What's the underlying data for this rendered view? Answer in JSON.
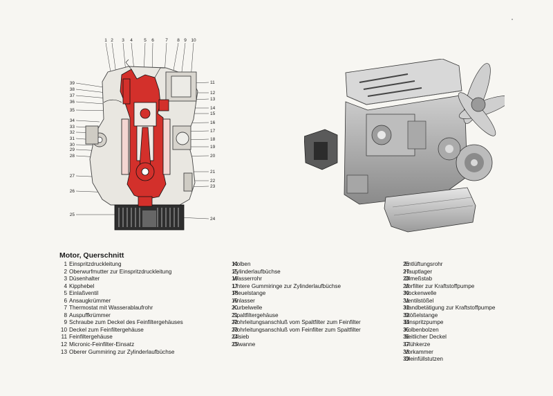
{
  "caption": {
    "title": "Motor, Querschnitt"
  },
  "callouts": {
    "top": [
      "1",
      "2",
      "3",
      "4",
      "5",
      "6",
      "7",
      "8",
      "9",
      "10"
    ],
    "left": [
      "39",
      "38",
      "37",
      "36",
      "35",
      "34",
      "33",
      "32",
      "31",
      "30",
      "29",
      "28",
      "27",
      "26",
      "25"
    ],
    "right": [
      "11",
      "12",
      "13",
      "14",
      "15",
      "16",
      "17",
      "18",
      "19",
      "20",
      "21",
      "22",
      "23",
      "24"
    ]
  },
  "legend": [
    [
      {
        "n": "1",
        "t": "Einspritzdruckleitung"
      },
      {
        "n": "2",
        "t": "Oberwurfmutter zur Einspritzdruckleitung"
      },
      {
        "n": "3",
        "t": "Düsenhalter"
      },
      {
        "n": "4",
        "t": "Kipphebel"
      },
      {
        "n": "5",
        "t": "Einlaßventil"
      },
      {
        "n": "6",
        "t": "Ansaugkrümmer"
      },
      {
        "n": "7",
        "t": "Thermostat mit Wasserablaufrohr"
      },
      {
        "n": "8",
        "t": "Auspuffkrümmer"
      },
      {
        "n": "9",
        "t": "Schraube zum Deckel des Feinfiltergehäuses"
      },
      {
        "n": "10",
        "t": "Deckel zum Feinfiltergehäuse"
      },
      {
        "n": "11",
        "t": "Feinfiltergehäuse"
      },
      {
        "n": "12",
        "t": "Micronic-Feinfilter-Einsatz"
      },
      {
        "n": "13",
        "t": "Oberer Gummiring zur Zylinderlaufbüchse"
      }
    ],
    [
      {
        "n": "14",
        "t": "Kolben"
      },
      {
        "n": "15",
        "t": "Zylinderlaufbüchse"
      },
      {
        "n": "16",
        "t": "Wasserrohr"
      },
      {
        "n": "17",
        "t": "Untere Gummiringe zur Zylinderlaufbüchse"
      },
      {
        "n": "18",
        "t": "Pleuelstange"
      },
      {
        "n": "19",
        "t": "Anlasser"
      },
      {
        "n": "20",
        "t": "Kurbelwelle"
      },
      {
        "n": "21",
        "t": "Spaltfiltergehäuse"
      },
      {
        "n": "22",
        "t": "Rohrleitungsanschluß vom Spaltfilter zum Feinfilter"
      },
      {
        "n": "23",
        "t": "Rohrleitungsanschluß vom Feinfilter zum Spaltfilter"
      },
      {
        "n": "24",
        "t": "Olsieb"
      },
      {
        "n": "25",
        "t": "Olwanne"
      }
    ],
    [
      {
        "n": "26",
        "t": "Entlüftungsrohr"
      },
      {
        "n": "27",
        "t": "Hauptlager"
      },
      {
        "n": "28",
        "t": "Olmeßstab"
      },
      {
        "n": "29",
        "t": "Vorfilter zur Kraftstoffpumpe"
      },
      {
        "n": "30",
        "t": "Nockenwelle"
      },
      {
        "n": "31",
        "t": "Ventilstößel"
      },
      {
        "n": "32",
        "t": "Handbetätigung zur Kraftstoffpumpe"
      },
      {
        "n": "33",
        "t": "Stößelstange"
      },
      {
        "n": "34",
        "t": "Einspritzpumpe"
      },
      {
        "n": "35",
        "t": "Kolbenbolzen"
      },
      {
        "n": "36",
        "t": "Seitlicher Deckel"
      },
      {
        "n": "37",
        "t": "Glühkerze"
      },
      {
        "n": "38",
        "t": "Vorkammer"
      },
      {
        "n": "39",
        "t": "Oleinfüllstutzen"
      }
    ]
  ]
}
